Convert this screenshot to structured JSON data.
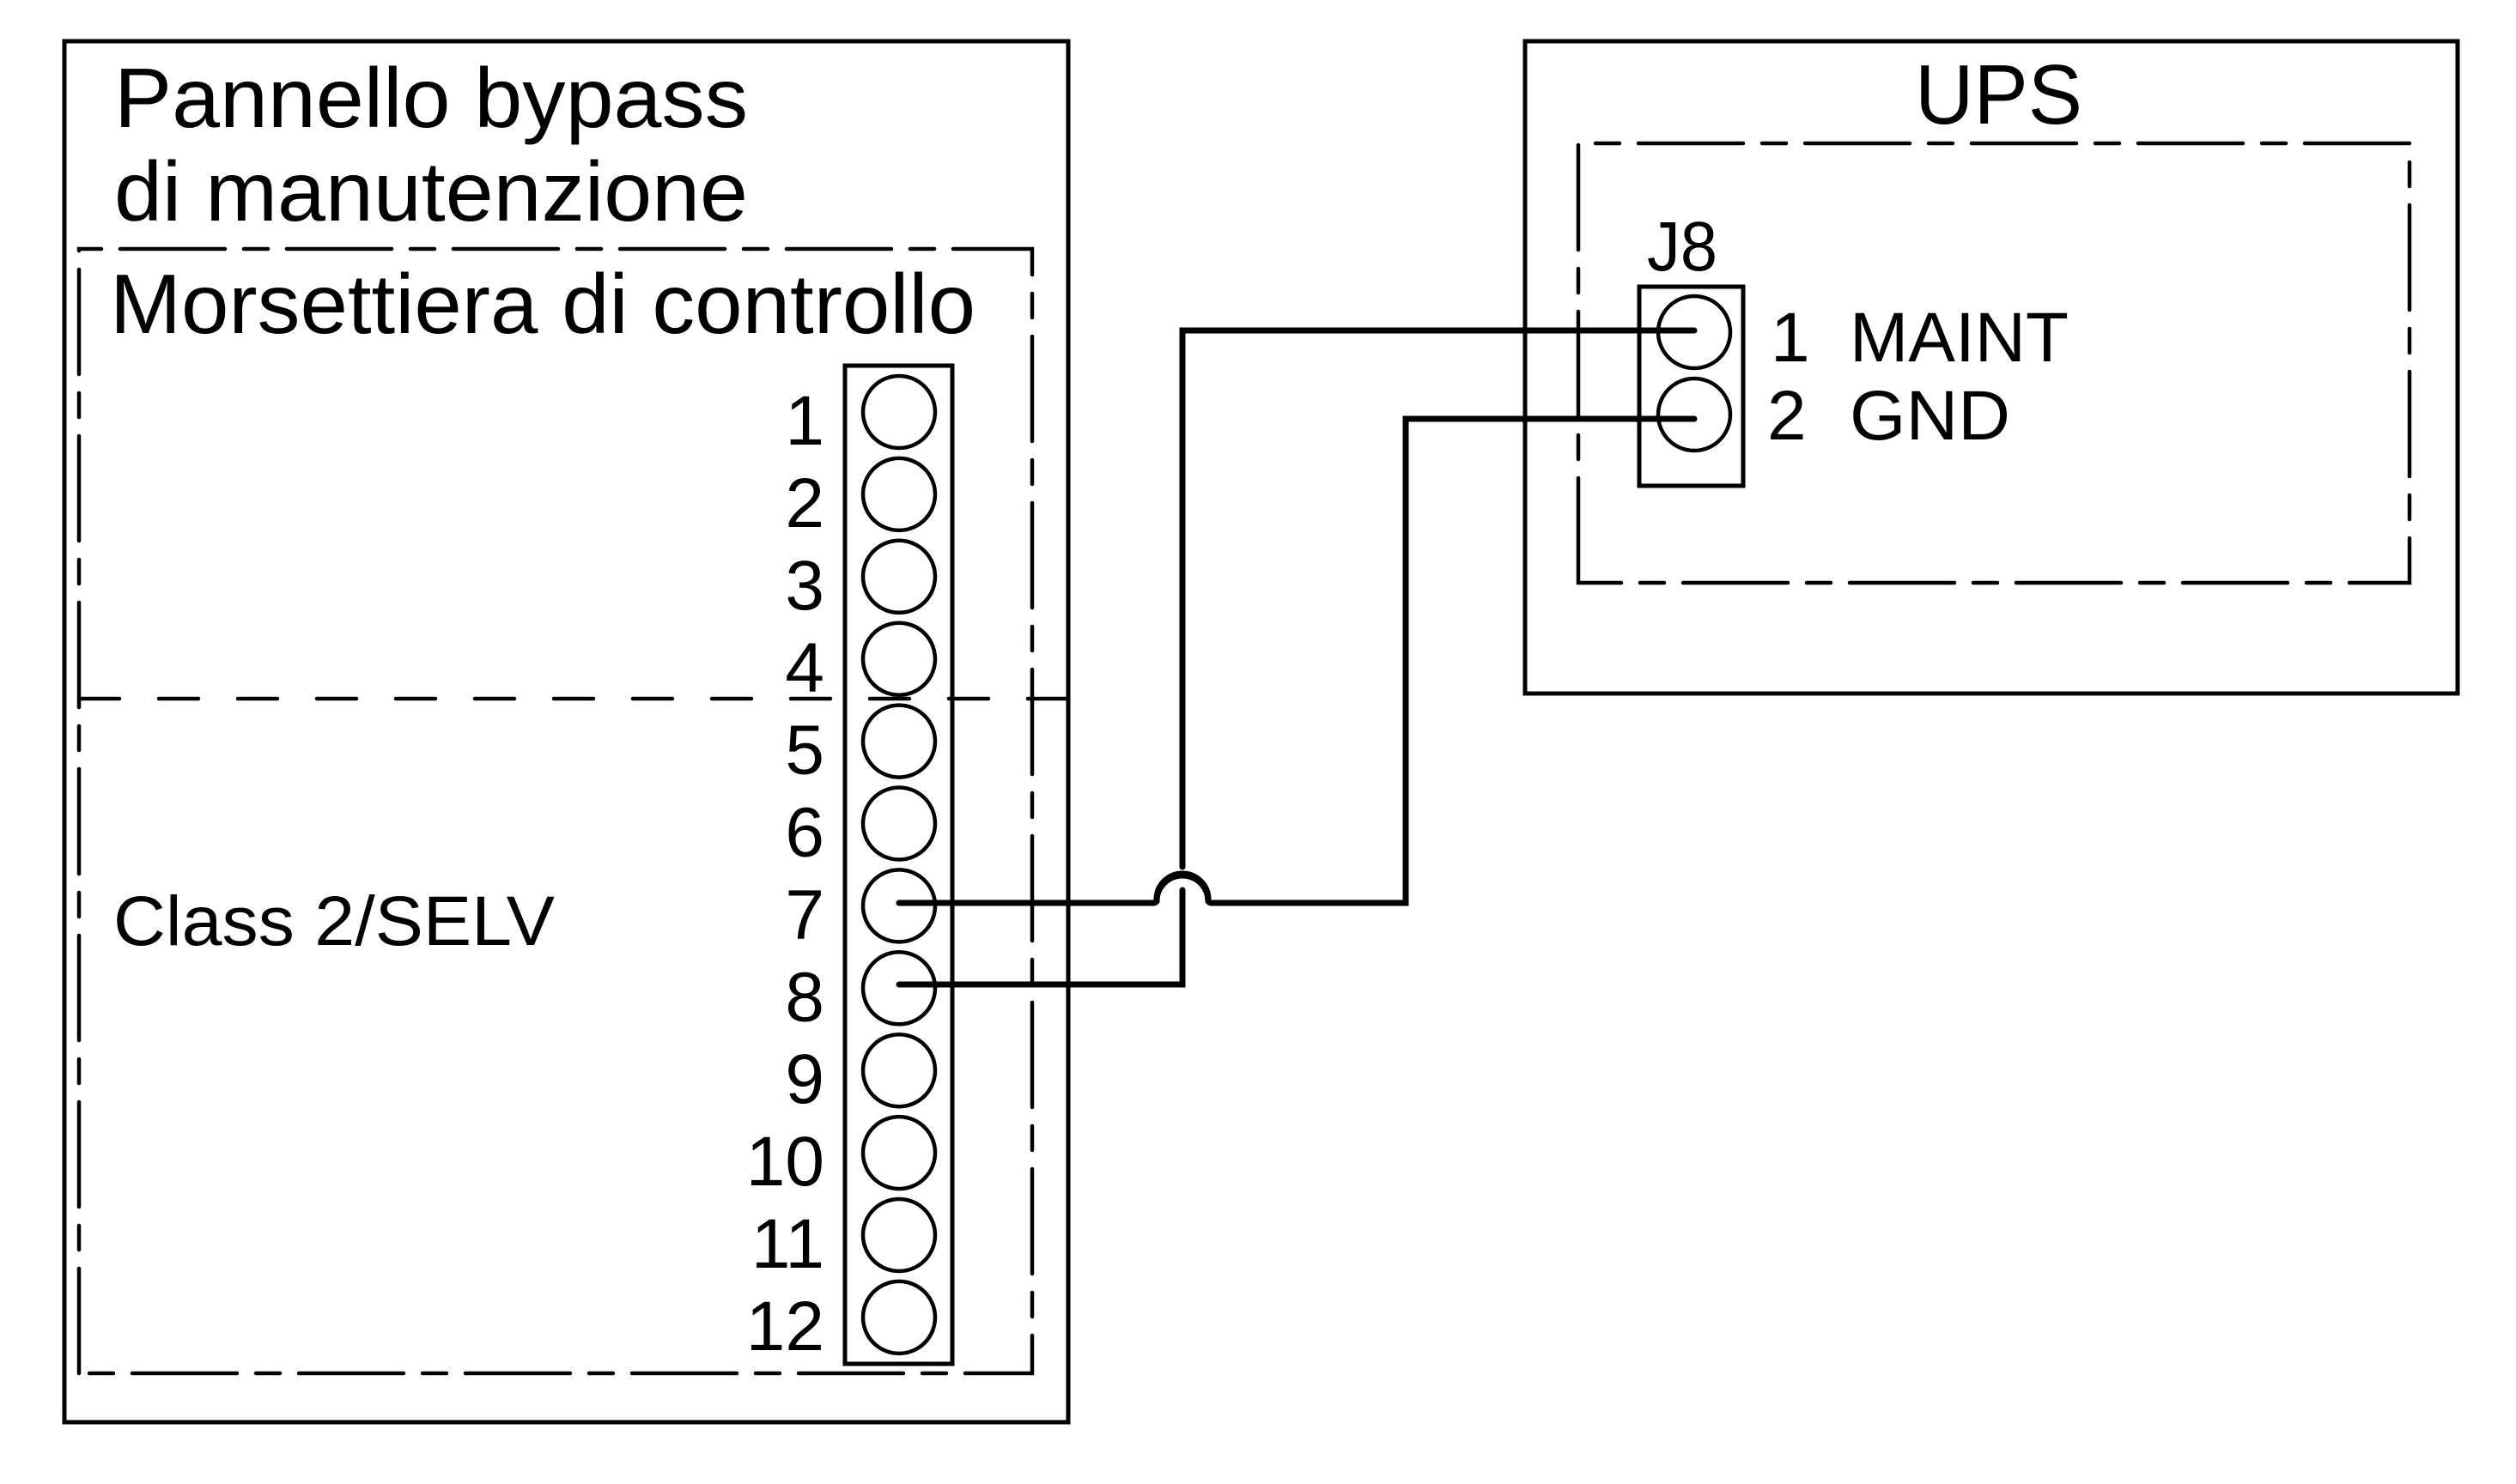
{
  "diagram": {
    "title": "Maintenance bypass panel to UPS wiring",
    "bypass_panel": {
      "title_line1": "Pannello bypass",
      "title_line2": "di manutenzione",
      "terminal_block_title": "Morsettiera di controllo",
      "zone_label": "Class 2/SELV",
      "terminals": [
        "1",
        "2",
        "3",
        "4",
        "5",
        "6",
        "7",
        "8",
        "9",
        "10",
        "11",
        "12"
      ]
    },
    "ups": {
      "title": "UPS",
      "connector": {
        "name": "J8",
        "pins": [
          {
            "number": "1",
            "signal": "MAINT"
          },
          {
            "number": "2",
            "signal": "GND"
          }
        ]
      }
    },
    "connections": [
      {
        "from_terminal": "8",
        "to_pin": "1",
        "signal": "MAINT"
      },
      {
        "from_terminal": "7",
        "to_pin": "2",
        "signal": "GND"
      }
    ],
    "colors": {
      "line": "#000000",
      "background": "#ffffff"
    }
  }
}
